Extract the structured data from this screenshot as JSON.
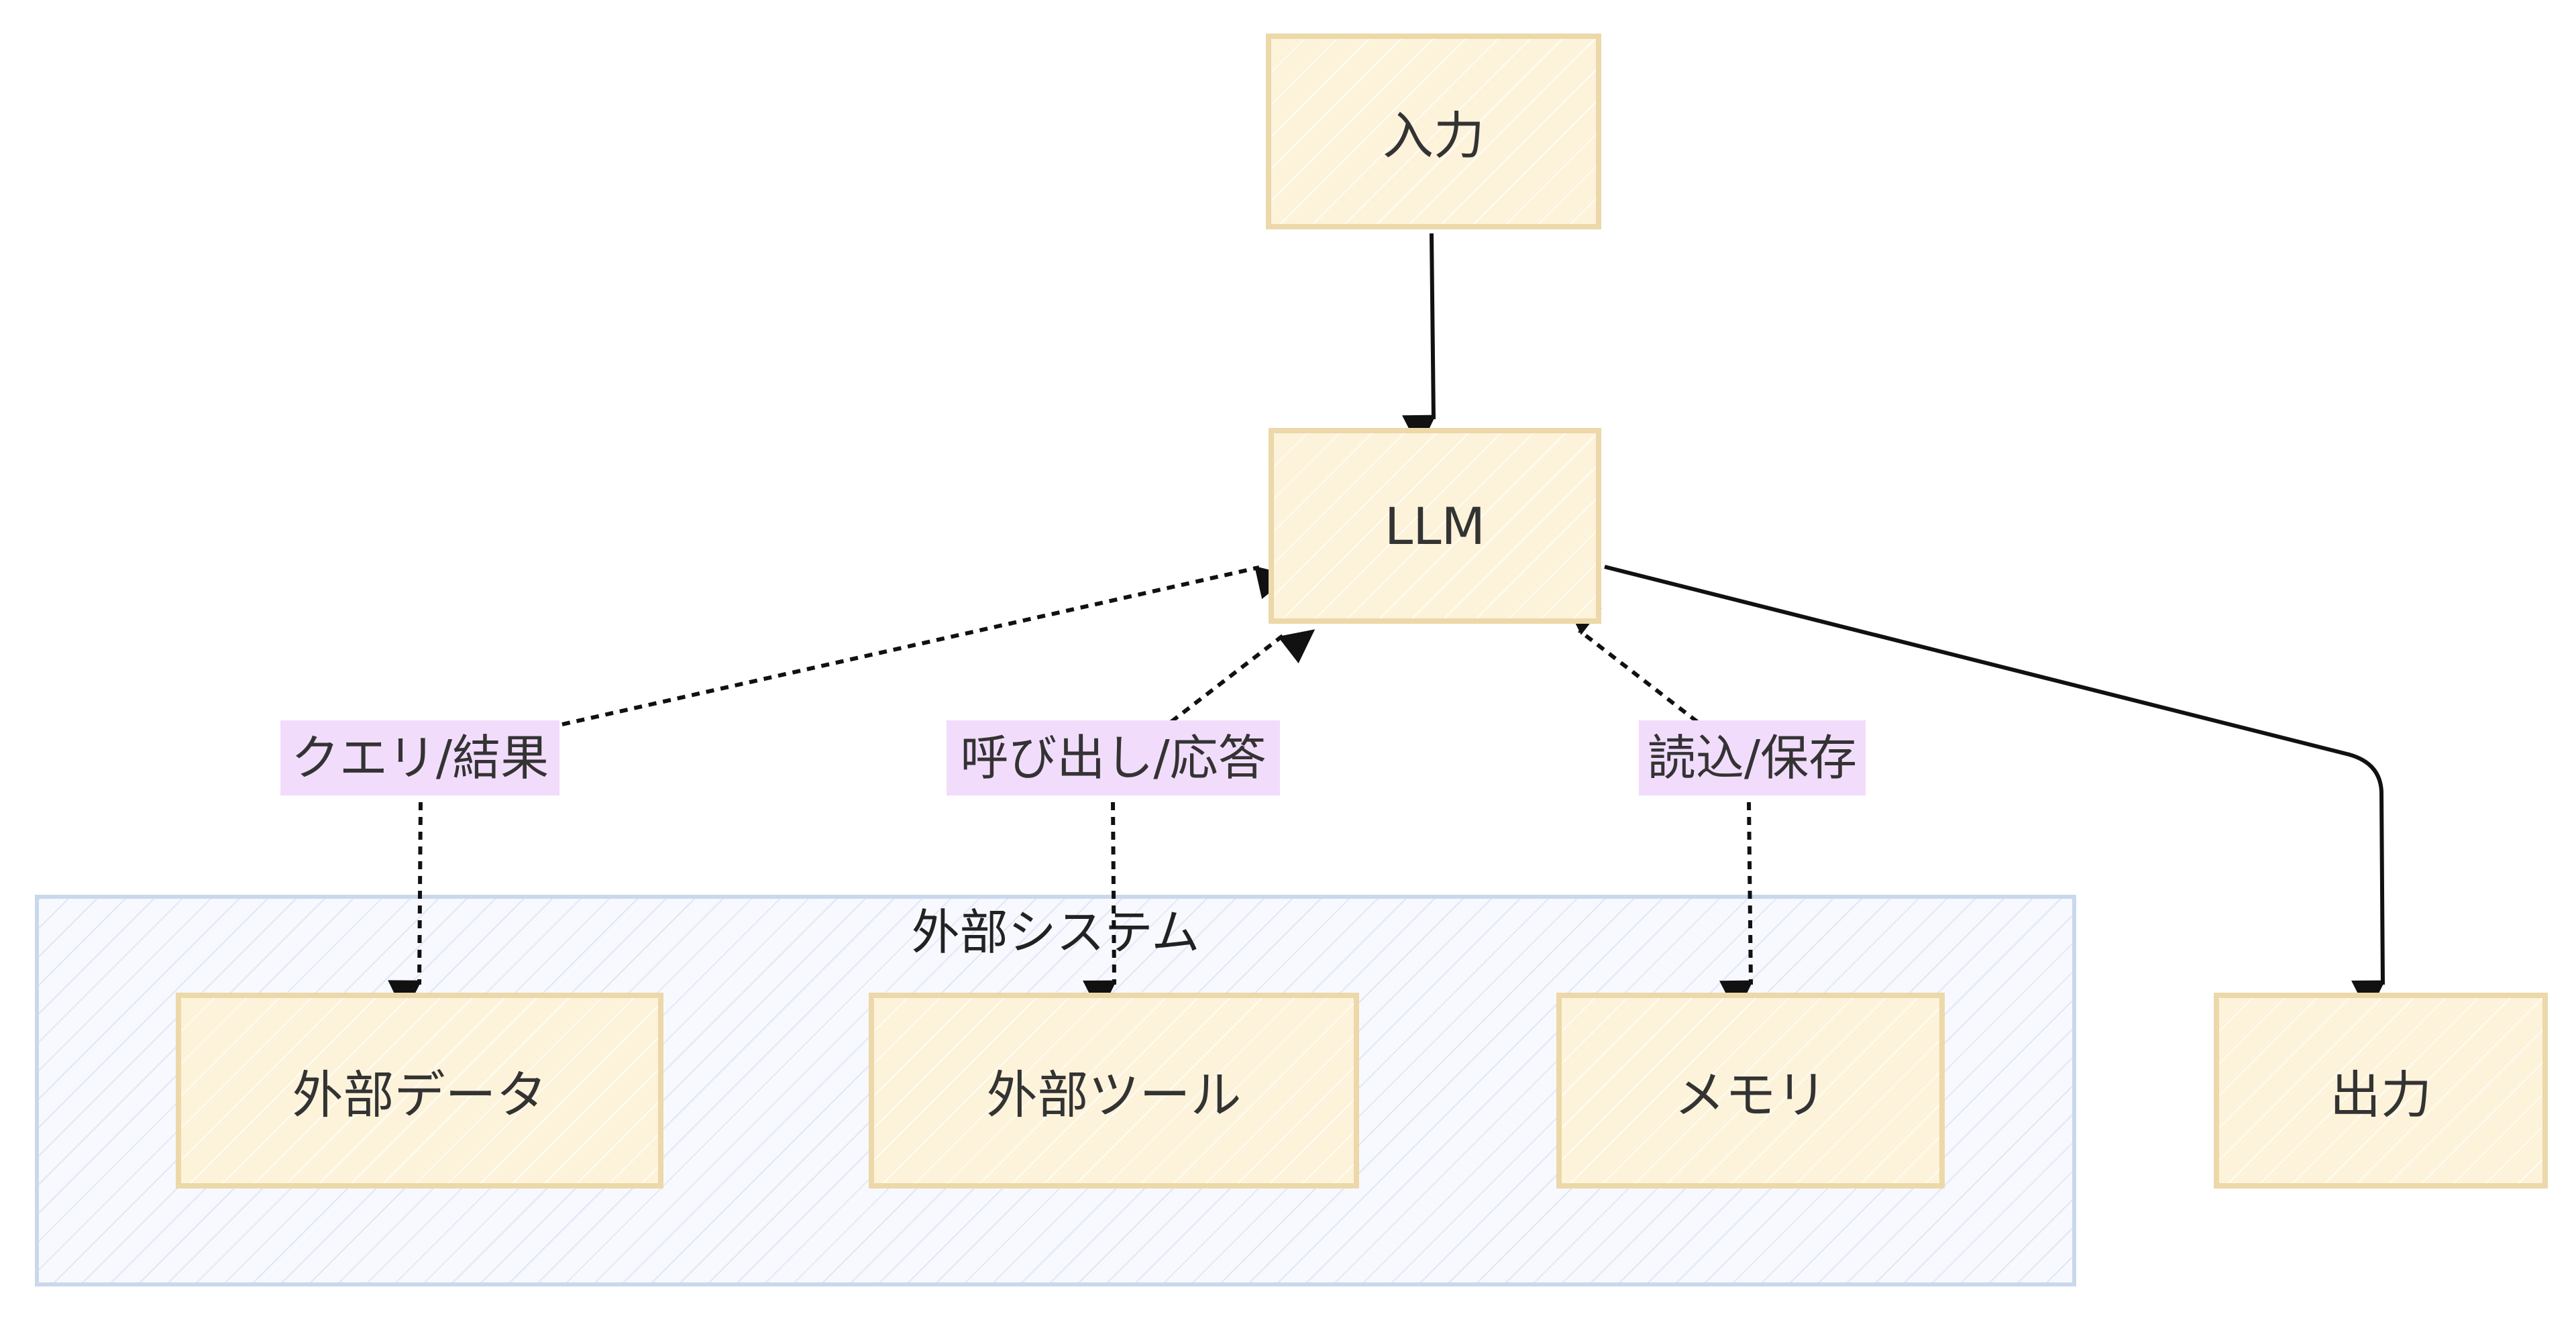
{
  "diagram": {
    "cluster": {
      "label": "外部システム"
    },
    "nodes": {
      "input": "入力",
      "llm": "LLM",
      "external_data": "外部データ",
      "external_tool": "外部ツール",
      "memory": "メモリ",
      "output": "出力"
    },
    "edge_labels": {
      "query": "クエリ/結果",
      "call": "呼び出し/応答",
      "memory": "読込/保存"
    },
    "colors": {
      "node_fill": "#fdf3da",
      "node_border": "#ecd8a8",
      "cluster_fill": "#f7f9fe",
      "cluster_border": "#c9d8ec",
      "edge_label_bg": "#f2dcfb",
      "edge": "#111111"
    }
  }
}
